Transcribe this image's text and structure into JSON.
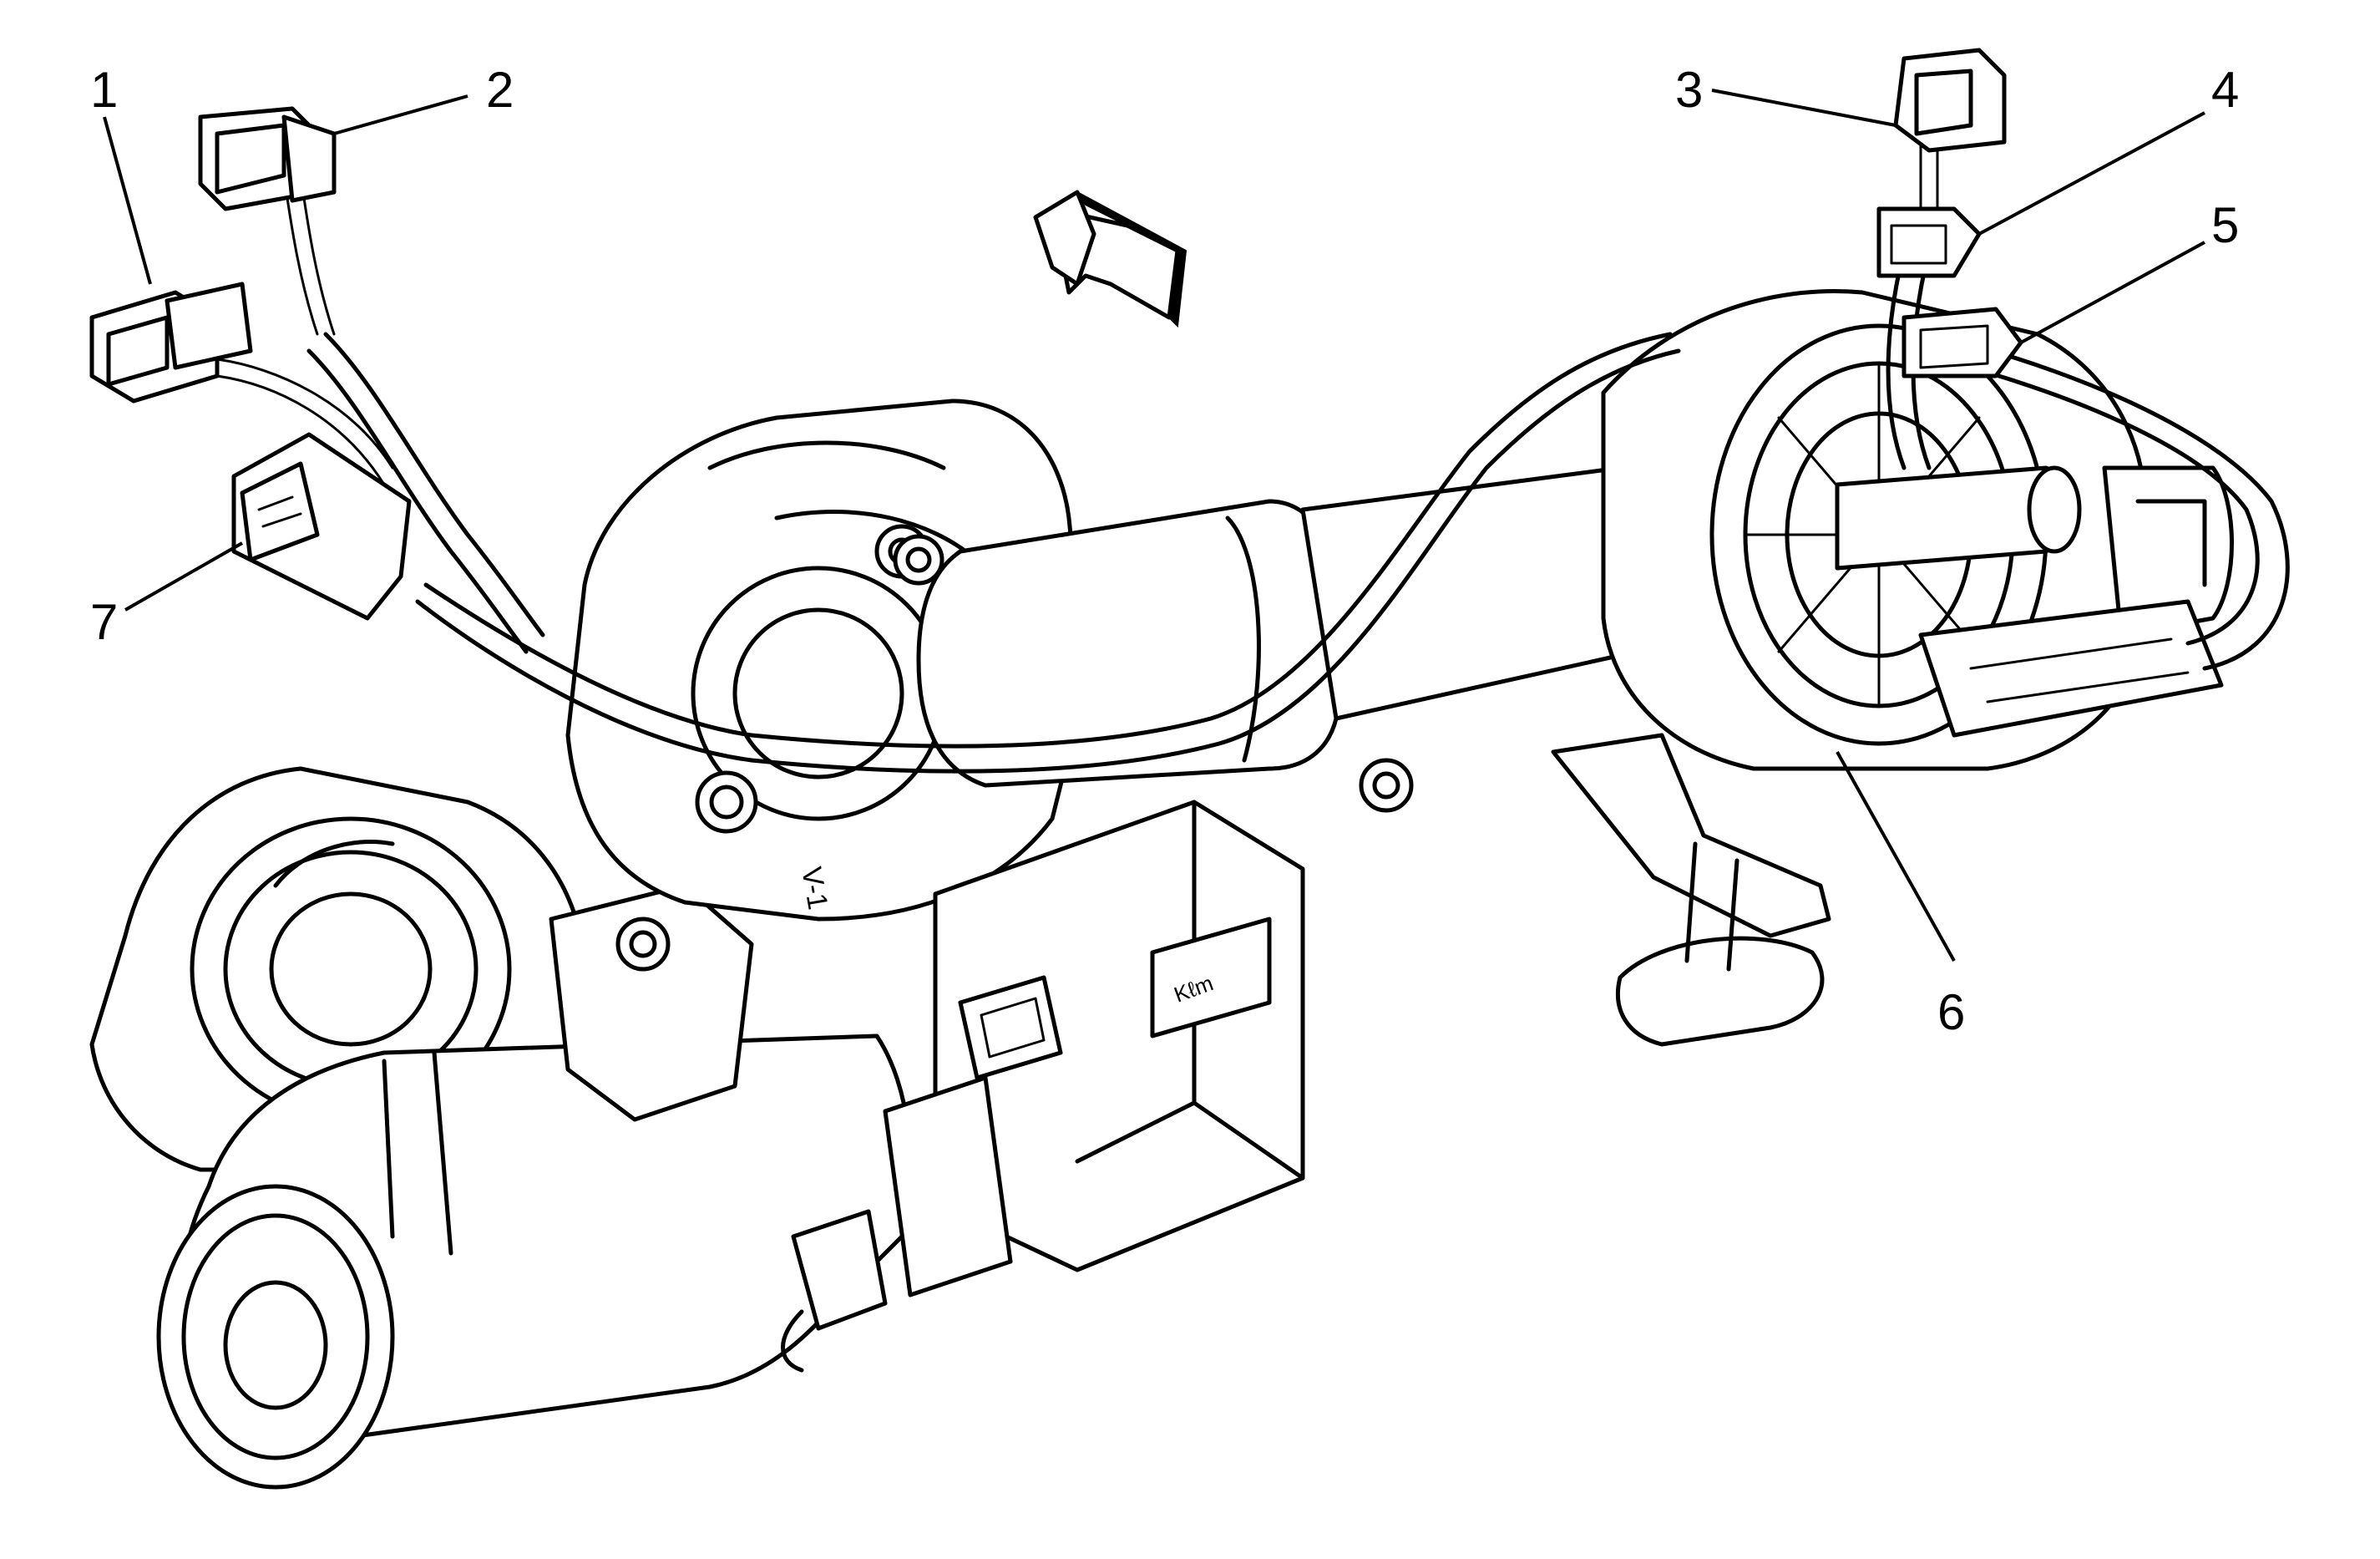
{
  "diagram": {
    "callouts": [
      {
        "id": "1",
        "label": "1"
      },
      {
        "id": "2",
        "label": "2"
      },
      {
        "id": "3",
        "label": "3"
      },
      {
        "id": "4",
        "label": "4"
      },
      {
        "id": "5",
        "label": "5"
      },
      {
        "id": "6",
        "label": "6"
      },
      {
        "id": "7",
        "label": "7"
      }
    ],
    "stamp_text": "V-1",
    "colors": {
      "line": "#000000",
      "background": "#ffffff"
    }
  }
}
